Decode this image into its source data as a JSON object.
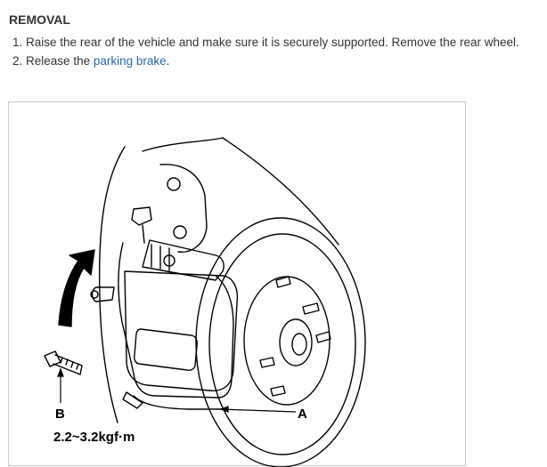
{
  "section": {
    "heading": "REMOVAL"
  },
  "steps": [
    {
      "number": "1.",
      "text": "Raise the rear of the vehicle and make sure it is securely supported. Remove the rear wheel."
    },
    {
      "number": "2.",
      "text_before": "Release the ",
      "link_text": "parking brake",
      "text_after": "."
    }
  ],
  "figure": {
    "label_b": "B",
    "label_a": "A",
    "torque": "2.2~3.2kgf·m"
  },
  "colors": {
    "text": "#333333",
    "link": "#2a6aa8",
    "frame_border": "#c8c8c8"
  }
}
